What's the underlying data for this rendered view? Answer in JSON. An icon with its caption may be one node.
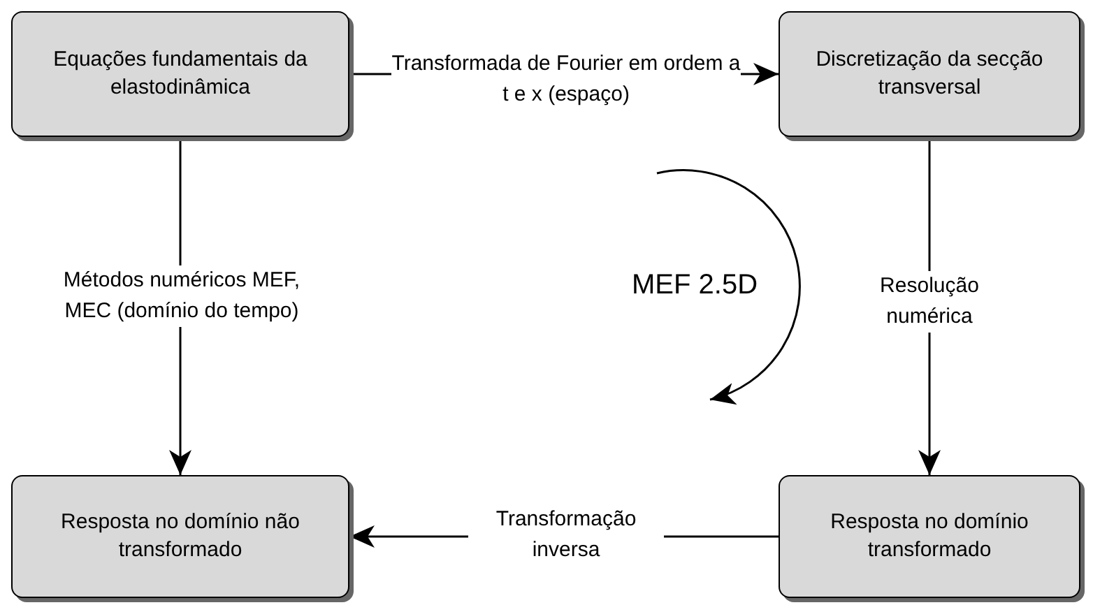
{
  "diagram": {
    "nodes": [
      {
        "text": [
          "Equações fundamentais da elastodinâmica"
        ]
      },
      {
        "text": [
          "Discretização da secção transversal"
        ]
      },
      {
        "text": [
          "Resposta no domínio não transformado"
        ]
      },
      {
        "text": [
          "Resposta no domínio transformado"
        ]
      }
    ],
    "edges": [
      {
        "from": 0,
        "to": 1,
        "arrow": "to",
        "label": "Transformada de Fourier em ordem a t e x (espaço)"
      },
      {
        "from": 0,
        "to": 2,
        "arrow": "to",
        "label": "Métodos numéricos MEF, MEC (domínio do tempo)"
      },
      {
        "from": 1,
        "to": 3,
        "arrow": "to",
        "label": "Resolução numérica"
      },
      {
        "from": 3,
        "to": 2,
        "arrow": "to",
        "label": "Transformação inversa"
      }
    ],
    "labels": [
      "MEF 2.5D"
    ]
  }
}
